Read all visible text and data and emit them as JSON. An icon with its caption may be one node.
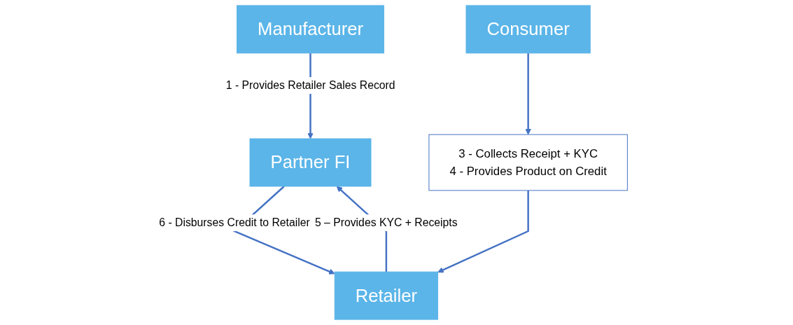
{
  "diagram": {
    "nodes": [
      {
        "text": [
          "Partner FI"
        ]
      },
      {
        "text": [
          "Retailer"
        ]
      },
      {
        "text": [
          "Consumer"
        ]
      },
      {
        "text": [
          "Manufacturer"
        ]
      },
      {
        "text": [
          "3 - Collects Receipt + KYC",
          "4 - Provides Product on Credit"
        ]
      }
    ],
    "edges": [
      {
        "from": 3,
        "to": 0,
        "arrow": "to",
        "label": "1 - Provides Retailer Sales Record"
      },
      {
        "from": 1,
        "to": 0,
        "arrow": "to",
        "label": "5 – Provides KYC + Receipts"
      },
      {
        "from": 0,
        "to": 1,
        "arrow": "to",
        "label": "6 - Disburses Credit to Retailer"
      },
      {
        "from": 2,
        "to": 4,
        "arrow": "to"
      },
      {
        "from": 4,
        "to": 1,
        "arrow": "to"
      }
    ]
  }
}
